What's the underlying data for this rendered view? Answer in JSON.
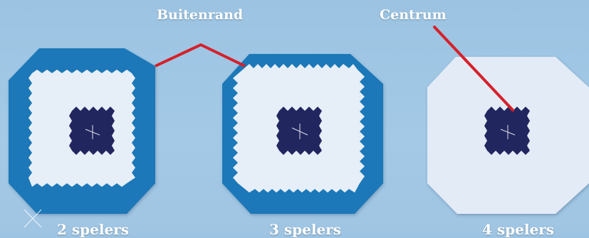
{
  "callouts": {
    "outer_edge": "Buitenrand",
    "center": "Centrum"
  },
  "boards": [
    {
      "label": "2 spelers",
      "variant": "full-border"
    },
    {
      "label": "3 spelers",
      "variant": "partial-border"
    },
    {
      "label": "4 spelers",
      "variant": "no-border"
    }
  ],
  "colors": {
    "background": "#9fc5e3",
    "border_blue": "#1a78b8",
    "inner_field": "#e6eef8",
    "center_block": "#23275e",
    "callout_line": "#d6202a",
    "text": "#ffffff"
  }
}
